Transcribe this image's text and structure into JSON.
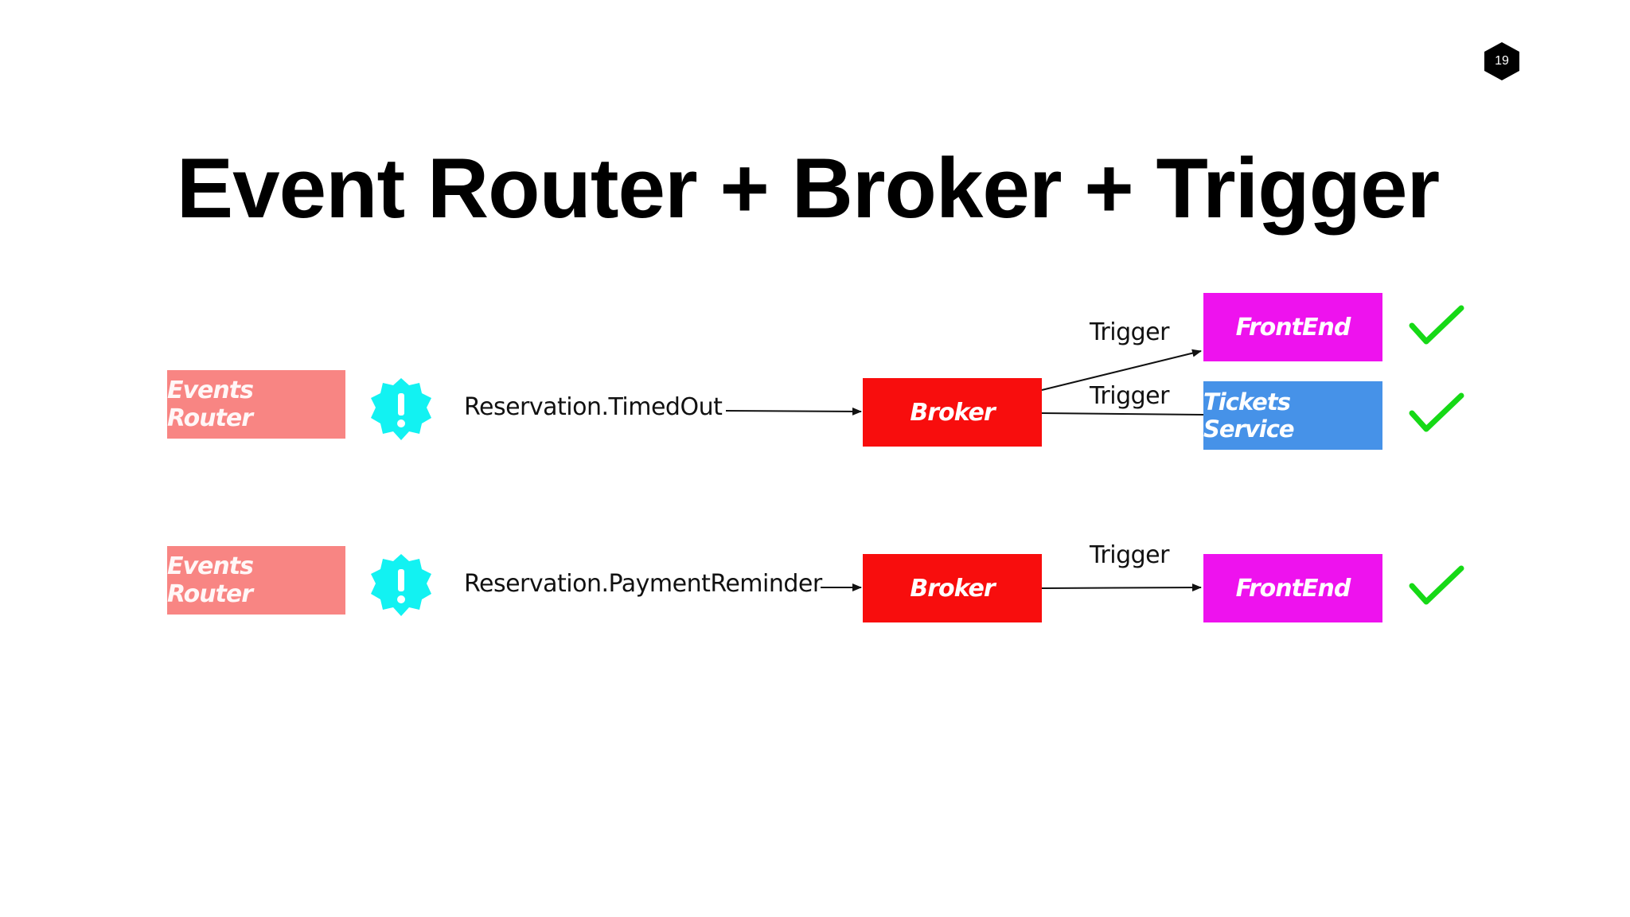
{
  "slide": {
    "page_number": "19",
    "title": "Event Router + Broker + Trigger"
  },
  "colors": {
    "router": "#f88583",
    "broker": "#f80d0d",
    "frontend": "#ee12ee",
    "tickets_service": "#4692e8",
    "alert": "#12f2f2",
    "check": "#16d916"
  },
  "rows": [
    {
      "router_label": "Events Router",
      "alert_icon": "alert-badge-icon",
      "event_name": "Reservation.TimedOut",
      "broker_label": "Broker",
      "targets": [
        {
          "trigger_label": "Trigger",
          "service_label": "FrontEnd",
          "status_icon": "check-icon"
        },
        {
          "trigger_label": "Trigger",
          "service_label": "Tickets Service",
          "status_icon": "check-icon"
        }
      ]
    },
    {
      "router_label": "Events Router",
      "alert_icon": "alert-badge-icon",
      "event_name": "Reservation.PaymentReminder",
      "broker_label": "Broker",
      "targets": [
        {
          "trigger_label": "Trigger",
          "service_label": "FrontEnd",
          "status_icon": "check-icon"
        }
      ]
    }
  ]
}
